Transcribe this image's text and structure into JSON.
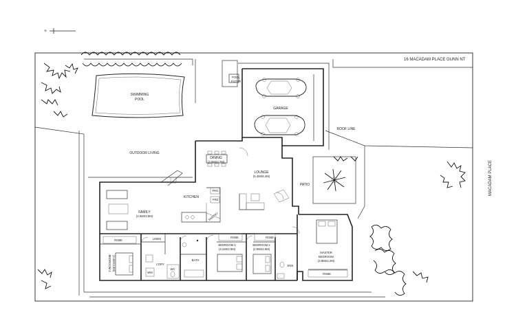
{
  "address": "16 MACADAM PLACE GUNN NT",
  "street": "MACADAM PLACE",
  "north_marker": "N",
  "rooms": {
    "swimming_pool": [
      "SWIMMING",
      "POOL"
    ],
    "pool_filter": [
      "POOL",
      "FILTER"
    ],
    "garage": "GARAGE",
    "roof_line": "ROOF LINE",
    "outdoor_living": "OUTDOOR LIVING",
    "dining": [
      "DINING",
      "(3.5MX3.7M)"
    ],
    "lounge": [
      "LOUNGE",
      "(5.4MX6.4M)"
    ],
    "patio": "PATIO",
    "kitchen": "KITCHEN",
    "family": [
      "FAMILY",
      "(4.5MX3.9M)"
    ],
    "fridge": "FRG",
    "freezer": "FRZ",
    "pantry": "PANTRY",
    "robe_bed4": "ROBE",
    "linen": "LINEN",
    "bedroom4": [
      "BEDROOM 4",
      "(3.4MX3.0M)"
    ],
    "laundry": "L'DRY",
    "wm": "WM",
    "wc": "WC",
    "bath": "BATH",
    "robe_bed3": "ROBE",
    "bedroom3": [
      "BEDROOM 3",
      "(3.1MX2.9M)"
    ],
    "robe_bed2": "ROBE",
    "bedroom2": [
      "BEDROOM 2",
      "(2.9MX2.9M)"
    ],
    "ens": "ENS",
    "master": [
      "MASTER",
      "BEDROOM",
      "(3.8MX4.2M)"
    ],
    "robe_master": "ROBE"
  }
}
